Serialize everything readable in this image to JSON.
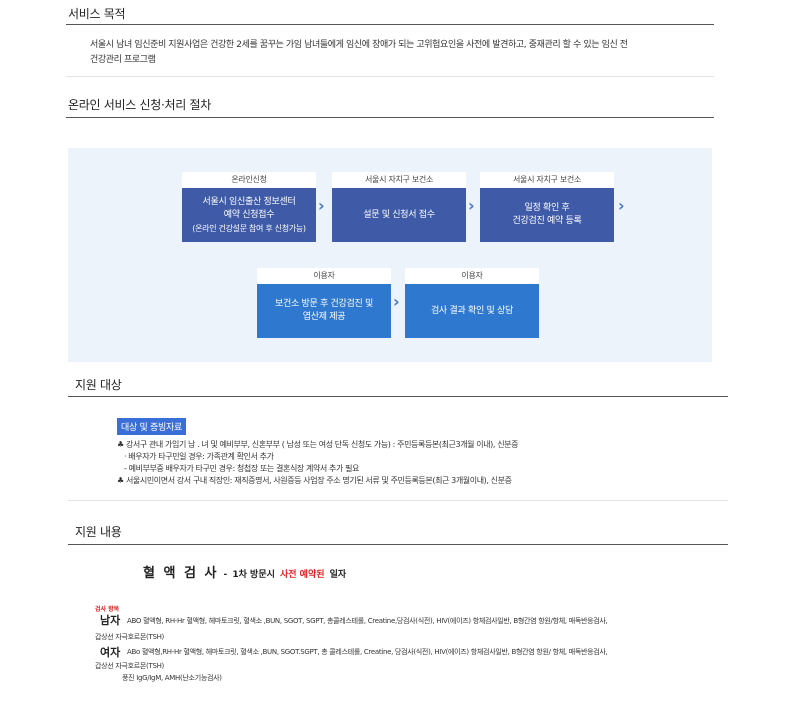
{
  "purpose": {
    "title": "서비스 목적",
    "line1": "서울시 남녀 임신준비 지원사업은 건강한 2세를 꿈꾸는 가임 남녀들에게 임신에 장애가 되는 고위험요인을 사전에 발견하고, 중재관리 할 수 있는 임신 전",
    "line2": "건강관리 프로그램"
  },
  "procedure": {
    "title": "온라인 서비스 신청·처리 절차",
    "row1": [
      {
        "head": "온라인신청",
        "line1": "서울시 임신출산 정보센터",
        "line2": "예약 신청접수",
        "line3": "(온라인 건강설문 참여 후 신청가능)"
      },
      {
        "head": "서울시 자치구 보건소",
        "line1": "설문 및 신청서 접수"
      },
      {
        "head": "서울시 자치구 보건소",
        "line1": "일정 확인 후",
        "line2": "건강검진 예약 등록"
      }
    ],
    "row2": [
      {
        "head": "이용자",
        "line1": "보건소 방문 후 건강검진 및",
        "line2": "엽산제 제공"
      },
      {
        "head": "이용자",
        "line1": "검사 결과 확인 및 상담"
      }
    ],
    "arrow": "›"
  },
  "eligibility": {
    "title": "지원 대상",
    "tag": "대상 및 증빙자료",
    "bullet": "♣",
    "items": [
      "강서구 관내  가임기 남 . 녀 및 예비부부, 신혼부부 ( 남성 또는 여성 단독 신청도 가능) : 주민등록등본(최근3개월 이내), 신분증",
      "·  배우자가 타구민일 경우:  가족관계 확인서  추가",
      "-  예비부부중 배우자가 타구민 경우: 청첩장 또는 결혼식장 계약서 추가 필요",
      "서울시민이면서  강서 구내 직장인: 재직증명서, 사원증등 사업장 주소 명기된 서류 및 주민등록등본(최근 3개월이내), 신분증"
    ]
  },
  "support": {
    "title": "지원 내용",
    "test_title": "혈 액 검 사",
    "dash": "-",
    "sub_a": "1차 방문시",
    "sub_red": "사전 예약된",
    "sub_b": "일자",
    "category": "검사 항목",
    "male_label": "남자",
    "male_line1": "ABO 혈액형, RH-Hr 혈액형, 헤마토크릿, 혈색소 ,BUN, SGOT, SGPT, 총콜레스테롤, Creatine,당검사(식전), HIV(에이즈) 항체검사일반, B형간염 항원/항체, 매독반응검사,",
    "male_line2": "갑상선 자극호르몬(TSH)",
    "female_label": "여자",
    "female_line1": "ABo 혈액형,RH-Hr 혈액형, 헤마토크릿, 혈색소 ,BUN, SGOT.SGPT, 총 콜레스테롤, Creatine, 당검사(식전), HIV(에이즈) 항체검사일반,  B형간염 항원/ 항체,  매독반응검사,",
    "female_line2": "갑상선 자극호르몬(TSH)",
    "female_line3": "풍진 IgG/IgM,  AMH(난소기능검사)"
  }
}
